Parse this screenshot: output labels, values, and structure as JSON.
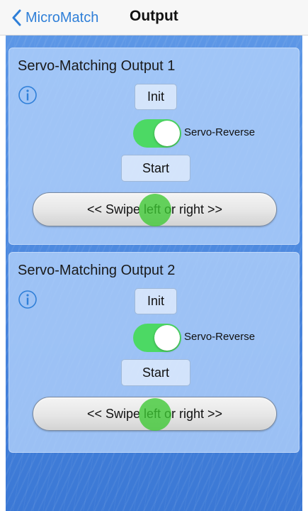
{
  "navbar": {
    "back_label": "MicroMatch",
    "title": "Output"
  },
  "cards": [
    {
      "title": "Servo-Matching Output 1",
      "init_label": "Init",
      "reverse_label": "Servo-Reverse",
      "reverse_on": true,
      "start_label": "Start",
      "swipe_label": "<< Swipe left or right >>"
    },
    {
      "title": "Servo-Matching Output 2",
      "init_label": "Init",
      "reverse_label": "Servo-Reverse",
      "reverse_on": true,
      "start_label": "Start",
      "swipe_label": "<< Swipe left or right >>"
    }
  ],
  "colors": {
    "accent": "#2f7fd8",
    "toggle_on": "#4cd964",
    "background": "#4f8be0"
  }
}
